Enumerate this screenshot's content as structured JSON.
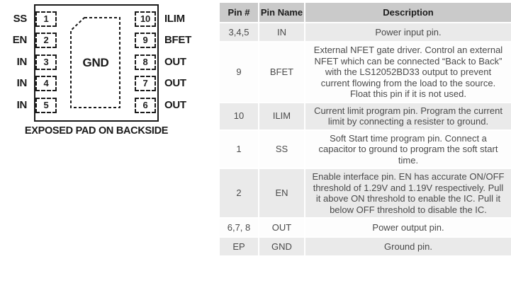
{
  "diagram": {
    "pad_label": "GND",
    "exposed_pad_note": "EXPOSED PAD ON BACKSIDE",
    "left_pins": [
      {
        "number": "1",
        "label": "SS"
      },
      {
        "number": "2",
        "label": "EN"
      },
      {
        "number": "3",
        "label": "IN"
      },
      {
        "number": "4",
        "label": "IN"
      },
      {
        "number": "5",
        "label": "IN"
      }
    ],
    "right_pins": [
      {
        "number": "10",
        "label": "ILIM"
      },
      {
        "number": "9",
        "label": "BFET"
      },
      {
        "number": "8",
        "label": "OUT"
      },
      {
        "number": "7",
        "label": "OUT"
      },
      {
        "number": "6",
        "label": "OUT"
      }
    ]
  },
  "table": {
    "headers": [
      "Pin #",
      "Pin Name",
      "Description"
    ],
    "rows": [
      {
        "pin": "3,4,5",
        "name": "IN",
        "description": "Power input pin."
      },
      {
        "pin": "9",
        "name": "BFET",
        "description": "External NFET gate driver. Control an external NFET which can be connected “Back to Back” with the LS12052BD33 output to prevent current flowing from the load to the source. Float this pin if it is not used."
      },
      {
        "pin": "10",
        "name": "ILIM",
        "description": "Current limit program pin. Program the current limit by connecting a resister to ground."
      },
      {
        "pin": "1",
        "name": "SS",
        "description": "Soft Start time program pin. Connect a capacitor to ground to program the soft start time."
      },
      {
        "pin": "2",
        "name": "EN",
        "description": "Enable interface pin. EN has accurate ON/OFF threshold of 1.29V and 1.19V respectively. Pull it above ON threshold to enable the IC. Pull it below OFF threshold to disable the IC."
      },
      {
        "pin": "6,7, 8",
        "name": "OUT",
        "description": "Power output pin."
      },
      {
        "pin": "EP",
        "name": "GND",
        "description": "Ground pin."
      }
    ]
  },
  "colors": {
    "header_bg": "#cacaca",
    "row_alt_bg": "#eaeaea",
    "row_bg": "#fdfdfd",
    "table_text": "#4a4a4a",
    "line_color": "#1a1a1a"
  }
}
